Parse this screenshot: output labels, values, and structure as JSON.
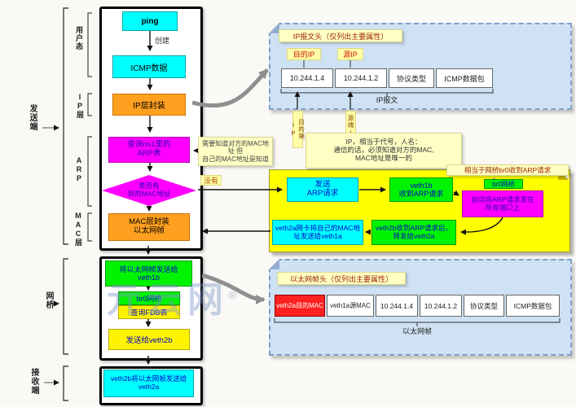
{
  "watermark": {
    "text": "亓云网",
    "reg": "®"
  },
  "left_rail": {
    "sender_label": "发送端",
    "bridge_label": "网桥",
    "receiver_label": "接收端",
    "sections": {
      "user": "用户态",
      "ip": "IP层",
      "arp": "ARP",
      "mac": "MAC层"
    }
  },
  "flow": {
    "ping": "ping",
    "create_label": "创建",
    "icmp": "ICMP数据",
    "ip_encap": "IP层封装",
    "arp_query": "查询ns1里的\nARP表",
    "diamond": "是否有\n目的MAC地址",
    "mac_encap": "MAC层封装\n以太网帧",
    "send_veth1b": "将以太网帧发送给\nveth1b",
    "br0": "br0网桥",
    "fdb": "查询FDB表",
    "send_veth2b": "发送给veth2b",
    "veth2b_to_veth2a": "veth2b将以太网帧发送给\nveth2a"
  },
  "ip_header": {
    "title": "IP报文头（仅列出主要属性）",
    "dest_ip_label": "目的IP",
    "src_ip_label": "源IP",
    "fields": [
      "10.244.1.4",
      "10.244.1.2",
      "协议类型",
      "ICMP数据包"
    ],
    "brace_label": "IP报文",
    "dest_tag": "目的端IP",
    "src_tag": "源端IP"
  },
  "notes": {
    "need_mac": "需要知道对方的MAC地址 但\n自己的MAC地址是知道",
    "no_label": "没有",
    "ip_meaning": "IP，相当于代号，人名：\n通信的话，必须知道对方的MAC,\nMAC地址是唯一的",
    "bridge_recv": "相当于网桥br0收到ARP请求"
  },
  "arp_flow": {
    "send_arp": "发送\nARP请求",
    "veth1b_recv": "veth1b\n收到ARP请求",
    "br0_tag": "br0网桥",
    "broadcast": "自动将ARP请求发在\n所有端口上",
    "veth2b_recv": "veth2b收到ARP请求后，\n转发给veth2a",
    "veth2a_reply": "veth2a网卡将自己的MAC地\n址发送给veth1a"
  },
  "eth_header": {
    "title": "以太网帧头（仅列出主要属性）",
    "fields": [
      "veth2a目的MAC",
      "veth1a源MAC",
      "10.244.1.4",
      "10.244.1.2",
      "协议类型",
      "ICMP数据包"
    ],
    "brace_label": "以太网帧"
  }
}
